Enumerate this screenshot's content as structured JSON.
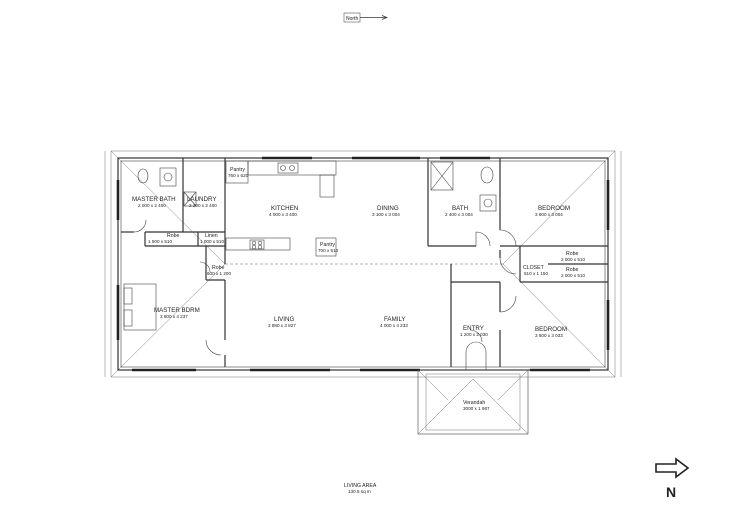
{
  "north_marker_top": {
    "label": "North"
  },
  "north_marker_corner": {
    "label": "N"
  },
  "rooms": {
    "master_bath": {
      "name": "MASTER BATH",
      "dims": "2 000 x 2 400"
    },
    "laundry": {
      "name": "LAUNDRY",
      "dims": "2 200 x 2 400"
    },
    "pantry_top": {
      "name": "Pantry",
      "dims": "760 x 620"
    },
    "kitchen": {
      "name": "KITCHEN",
      "dims": "4 000 x 3 400"
    },
    "dining": {
      "name": "DINING",
      "dims": "3 100 x 3 004"
    },
    "bath": {
      "name": "BATH",
      "dims": "2 400 x 3 004"
    },
    "bedroom_top": {
      "name": "BEDROOM",
      "dims": "3 600 x 3 004"
    },
    "robe_master": {
      "name": "Robe",
      "dims": "1 500 x 510"
    },
    "linen": {
      "name": "Linen",
      "dims": "1 000 x 510"
    },
    "pantry_bottom": {
      "name": "Pantry",
      "dims": "700 x 510"
    },
    "robe_bedroom_top": {
      "name": "Robe",
      "dims": "2 000 x 510"
    },
    "closet": {
      "name": "CLOSET",
      "dims": "510 x 1 150"
    },
    "robe_bedroom_bottom": {
      "name": "Robe",
      "dims": "2 000 x 510"
    },
    "robe_small": {
      "name": "Robe",
      "dims": "600 x 1 200"
    },
    "master_bdrm": {
      "name": "MASTER BDRM",
      "dims": "3 600 x 4 237"
    },
    "living": {
      "name": "LIVING",
      "dims": "3 880 x 3 827"
    },
    "family": {
      "name": "FAMILY",
      "dims": "4 000 x 4 233"
    },
    "entry": {
      "name": "ENTRY",
      "dims": "1 200 x 2 030"
    },
    "bedroom_bottom": {
      "name": "BEDROOM",
      "dims": "3 600 x 3 033"
    },
    "verandah": {
      "name": "Verandah",
      "dims": "3000 x 1 967"
    }
  },
  "footer": {
    "title": "LIVING AREA",
    "area": "130.5 sq m"
  }
}
